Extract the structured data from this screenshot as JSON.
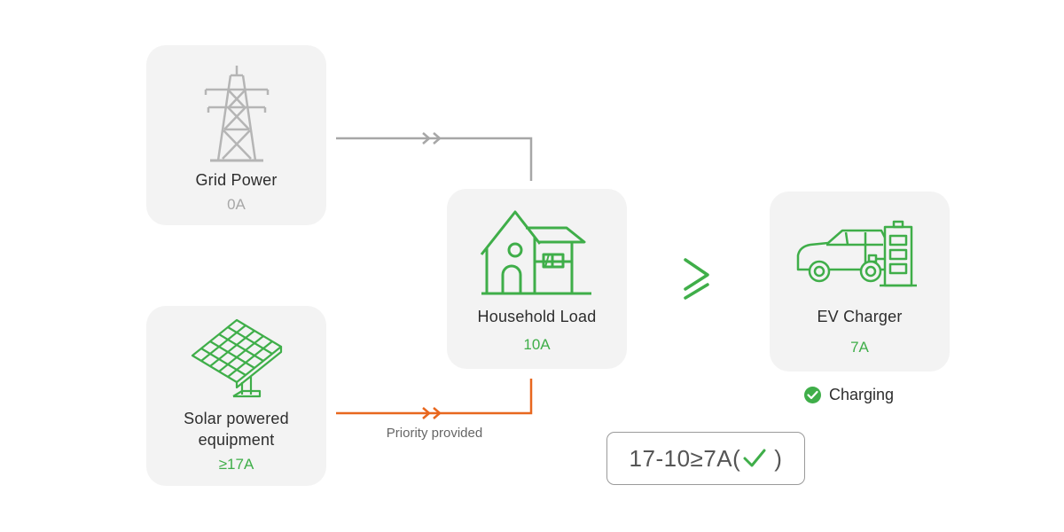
{
  "colors": {
    "green": "#3fae49",
    "grey": "#a7a7a7",
    "orange": "#e8671e",
    "card_bg": "#f3f3f3"
  },
  "grid": {
    "label": "Grid Power",
    "value": "0A",
    "icon": "transmission-tower-icon"
  },
  "solar": {
    "label_line1": "Solar powered",
    "label_line2": "equipment",
    "value": "≥17A",
    "icon": "solar-panel-icon"
  },
  "household": {
    "label": "Household Load",
    "value": "10A",
    "icon": "house-icon"
  },
  "ev": {
    "label": "EV Charger",
    "value": "7A",
    "icon": "ev-car-charger-icon"
  },
  "comparison_symbol": "≥",
  "charging_status": {
    "text": "Charging",
    "icon": "check-circle-icon"
  },
  "priority_note": "Priority provided",
  "formula": {
    "expression": "17-10≥7A(",
    "closing": ")",
    "icon": "checkmark-icon"
  }
}
